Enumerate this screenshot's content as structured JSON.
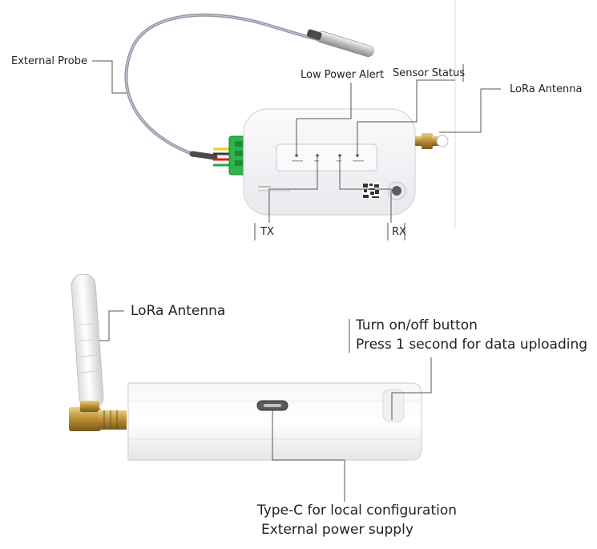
{
  "callouts": {
    "external_probe": "External Probe",
    "low_power_alert": "Low Power Alert",
    "sensor_status": "Sensor Status",
    "lora_antenna_top": "LoRa Antenna",
    "tx": "TX",
    "rx": "RX",
    "lora_antenna_bottom": "LoRa Antenna",
    "button_line1": "Turn on/off button",
    "button_line2": "Press 1 second for data uploading",
    "typec_line1": "Type-C for local configuration",
    "typec_line2": "External power supply"
  },
  "colors": {
    "device_body": "#f4f4f6",
    "device_edge": "#d9d9de",
    "cable": "#9a94a8",
    "terminal_green": "#2fb34a",
    "brass": "#c9a24a",
    "leader_line": "#555555"
  }
}
